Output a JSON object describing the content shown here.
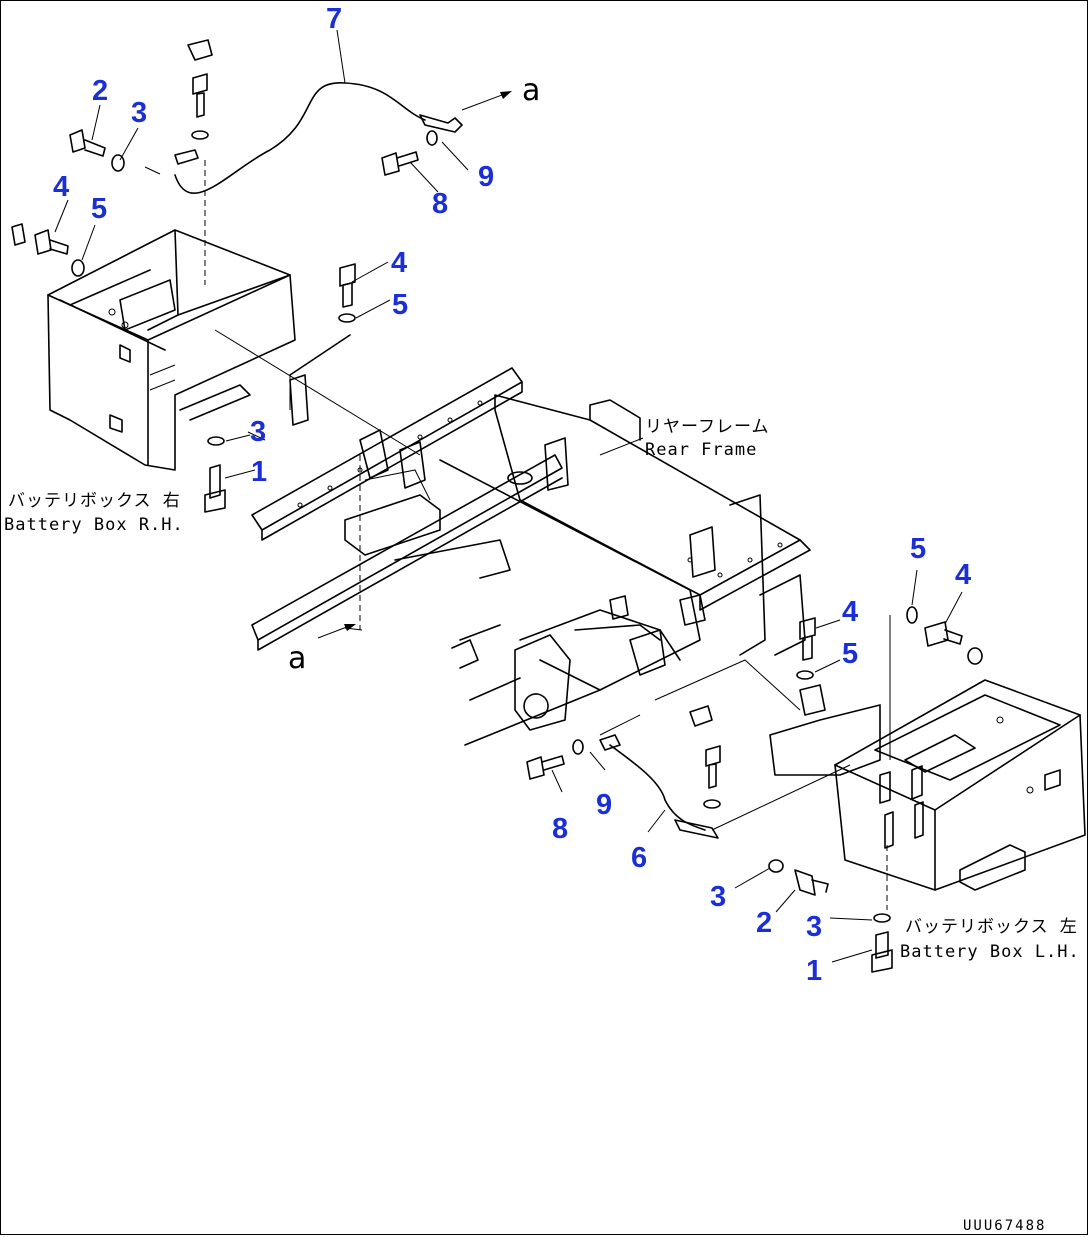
{
  "labels": {
    "rear_frame_jp": "リヤーフレーム",
    "rear_frame_en": "Rear Frame",
    "battery_rh_jp": "バッテリボックス 右",
    "battery_rh_en": "Battery Box R.H.",
    "battery_lh_jp": "バッテリボックス 左",
    "battery_lh_en": "Battery Box L.H.",
    "ref_a_top": "a",
    "ref_a_left": "a",
    "drawing_code": "UUU67488"
  },
  "callouts": [
    "7",
    "2",
    "3",
    "4",
    "5",
    "9",
    "8",
    "4",
    "5",
    "3",
    "1",
    "5",
    "4",
    "4",
    "5",
    "9",
    "8",
    "6",
    "3",
    "2",
    "3",
    "1"
  ],
  "colors": {
    "callout": "#1a2fd6",
    "line": "#000000",
    "background": "#ffffff"
  }
}
